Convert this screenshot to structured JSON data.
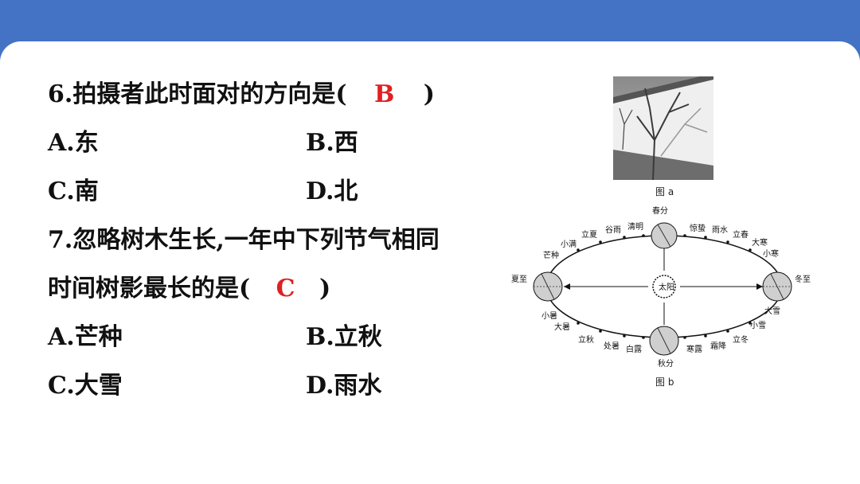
{
  "q6": {
    "stem_before": "6.拍摄者此时面对的方向是(",
    "answer": "B",
    "stem_after": ")",
    "options": [
      "A.东",
      "B.西",
      "C.南",
      "D.北"
    ]
  },
  "q7": {
    "stem_line1": "7.忽略树木生长,一年中下列节气相同",
    "stem_line2": "时间树影最长的是(",
    "answer": "C",
    "stem_after": ")",
    "options": [
      "A.芒种",
      "B.立秋",
      "C.大雪",
      "D.雨水"
    ]
  },
  "figures": {
    "fig_a_caption": "图 a",
    "fig_b_caption": "图 b",
    "sun_label": "太阳",
    "equinox_spring": "春分",
    "summer_solstice": "夏至",
    "equinox_autumn": "秋分",
    "winter_solstice": "冬至",
    "terms": [
      "小满",
      "立夏",
      "谷雨",
      "清明",
      "惊蛰",
      "雨水",
      "立春",
      "大寒",
      "小寒",
      "芒种",
      "小暑",
      "大暑",
      "立秋",
      "处暑",
      "白露",
      "寒露",
      "霜降",
      "立冬",
      "小雪",
      "大雪"
    ]
  }
}
